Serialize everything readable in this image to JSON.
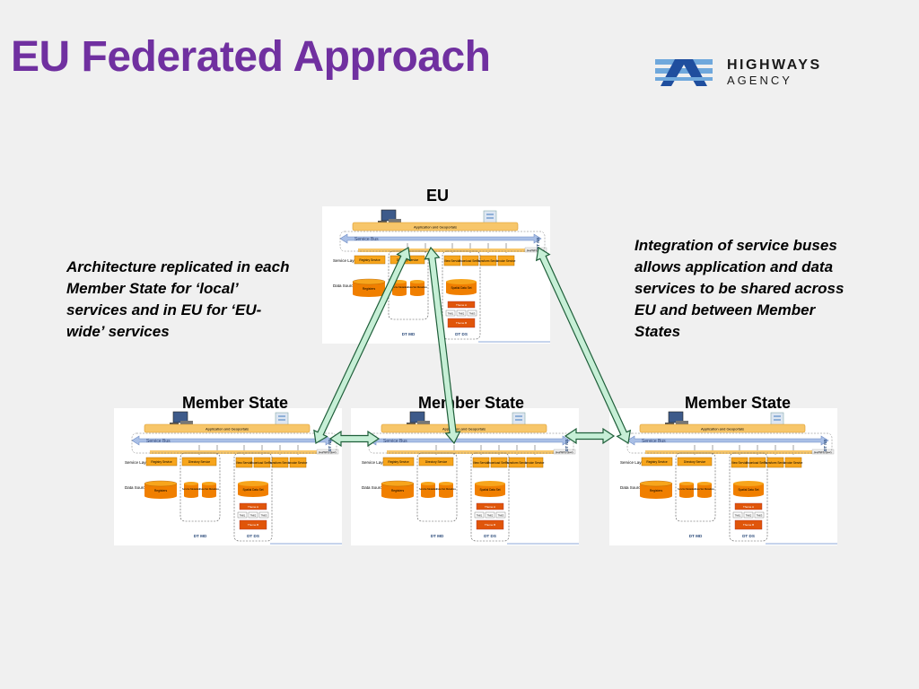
{
  "slide": {
    "title": "EU Federated Approach",
    "logo": {
      "line1": "HIGHWAYS",
      "line2": "AGENCY"
    },
    "captions": {
      "left": "Architecture replicated in each Member State for ‘local’ services and in EU for ‘EU-wide’ services",
      "right": "Integration of service buses allows application and data services to be shared across EU and between Member States"
    },
    "labels": {
      "eu": "EU",
      "ms1": "Member State",
      "ms2": "Member State",
      "ms3": "Member State"
    },
    "colors": {
      "title": "#7030a0",
      "arrow_fill": "#c6efd6",
      "arrow_stroke": "#1f5f3a",
      "service_orange": "#f7a51c",
      "datasource_orange": "#f07f00",
      "bus_blue": "#8ea9d8"
    }
  },
  "diagram": {
    "app_layer": "Application and Geoportals",
    "service_bus": "Service Bus",
    "service_layer": "Service Layer",
    "data_sources": "Data Sources",
    "registry_service": "Registry Service",
    "directory_service": "Directory Service",
    "view_service": "View Service",
    "download_service": "Download Service",
    "transform_service": "Transform Service",
    "invoke_service": "Invoke Service",
    "wms_query": "Get/WFS Query",
    "registers": "Registers",
    "service_metadata": "Service Metadata",
    "dataset_metadata": "Data Set Metadata",
    "spatial_dataset": "Spatial Data Set",
    "theme_a": "Theme A",
    "theme_b": "Theme B",
    "theme_c": "Theme C",
    "t1": "TM01",
    "t2": "TM02",
    "t3": "TM03",
    "dt_md": "DT MD",
    "dt_ds": "DT DS",
    "dt_ns": "DT NS"
  }
}
